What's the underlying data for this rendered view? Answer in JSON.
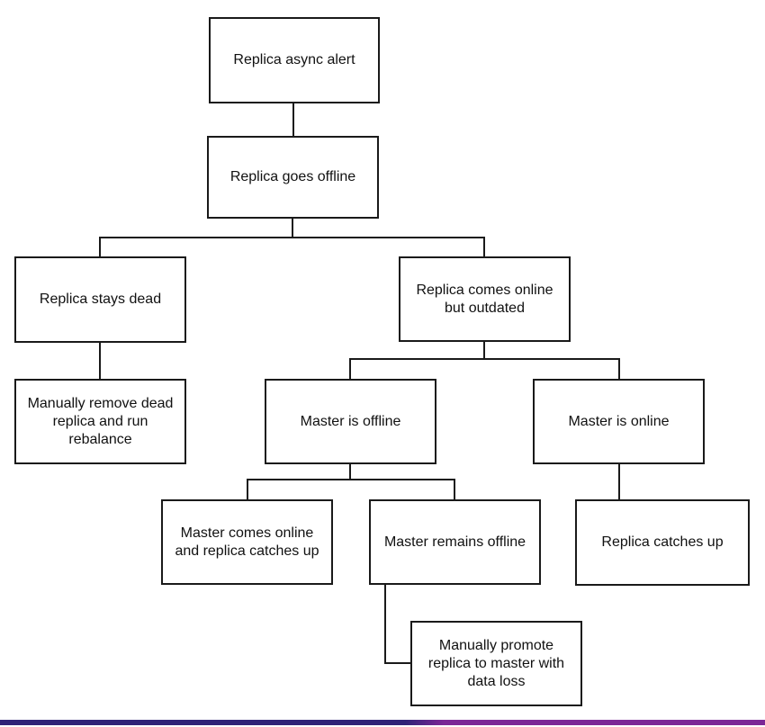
{
  "diagram": {
    "type": "flowchart",
    "nodes": {
      "replica_async_alert": "Replica async alert",
      "replica_goes_offline": "Replica goes offline",
      "replica_stays_dead": "Replica stays dead",
      "manually_remove_dead_replica": "Manually remove dead\nreplica and run\nrebalance",
      "replica_comes_online_but_outdated": "Replica comes online\nbut outdated",
      "master_is_offline": "Master is offline",
      "master_is_online": "Master is online",
      "master_comes_online_and_replica_catches_up": "Master comes online\nand replica catches up",
      "master_remains_offline": "Master remains offline",
      "replica_catches_up": "Replica catches up",
      "manually_promote_replica": "Manually promote\nreplica to master with\ndata loss"
    },
    "edges": [
      {
        "from": "replica_async_alert",
        "to": "replica_goes_offline"
      },
      {
        "from": "replica_goes_offline",
        "to": "replica_stays_dead"
      },
      {
        "from": "replica_goes_offline",
        "to": "replica_comes_online_but_outdated"
      },
      {
        "from": "replica_stays_dead",
        "to": "manually_remove_dead_replica"
      },
      {
        "from": "replica_comes_online_but_outdated",
        "to": "master_is_offline"
      },
      {
        "from": "replica_comes_online_but_outdated",
        "to": "master_is_online"
      },
      {
        "from": "master_is_offline",
        "to": "master_comes_online_and_replica_catches_up"
      },
      {
        "from": "master_is_offline",
        "to": "master_remains_offline"
      },
      {
        "from": "master_is_online",
        "to": "replica_catches_up"
      },
      {
        "from": "master_remains_offline",
        "to": "manually_promote_replica"
      }
    ],
    "colors": {
      "node_border": "#1a1a1a",
      "line": "#1a1a1a",
      "node_fill": "#ffffff",
      "text": "#111111"
    }
  },
  "footer": {
    "bar_left_color": "#2f2277",
    "bar_right_color": "#7b2796"
  }
}
